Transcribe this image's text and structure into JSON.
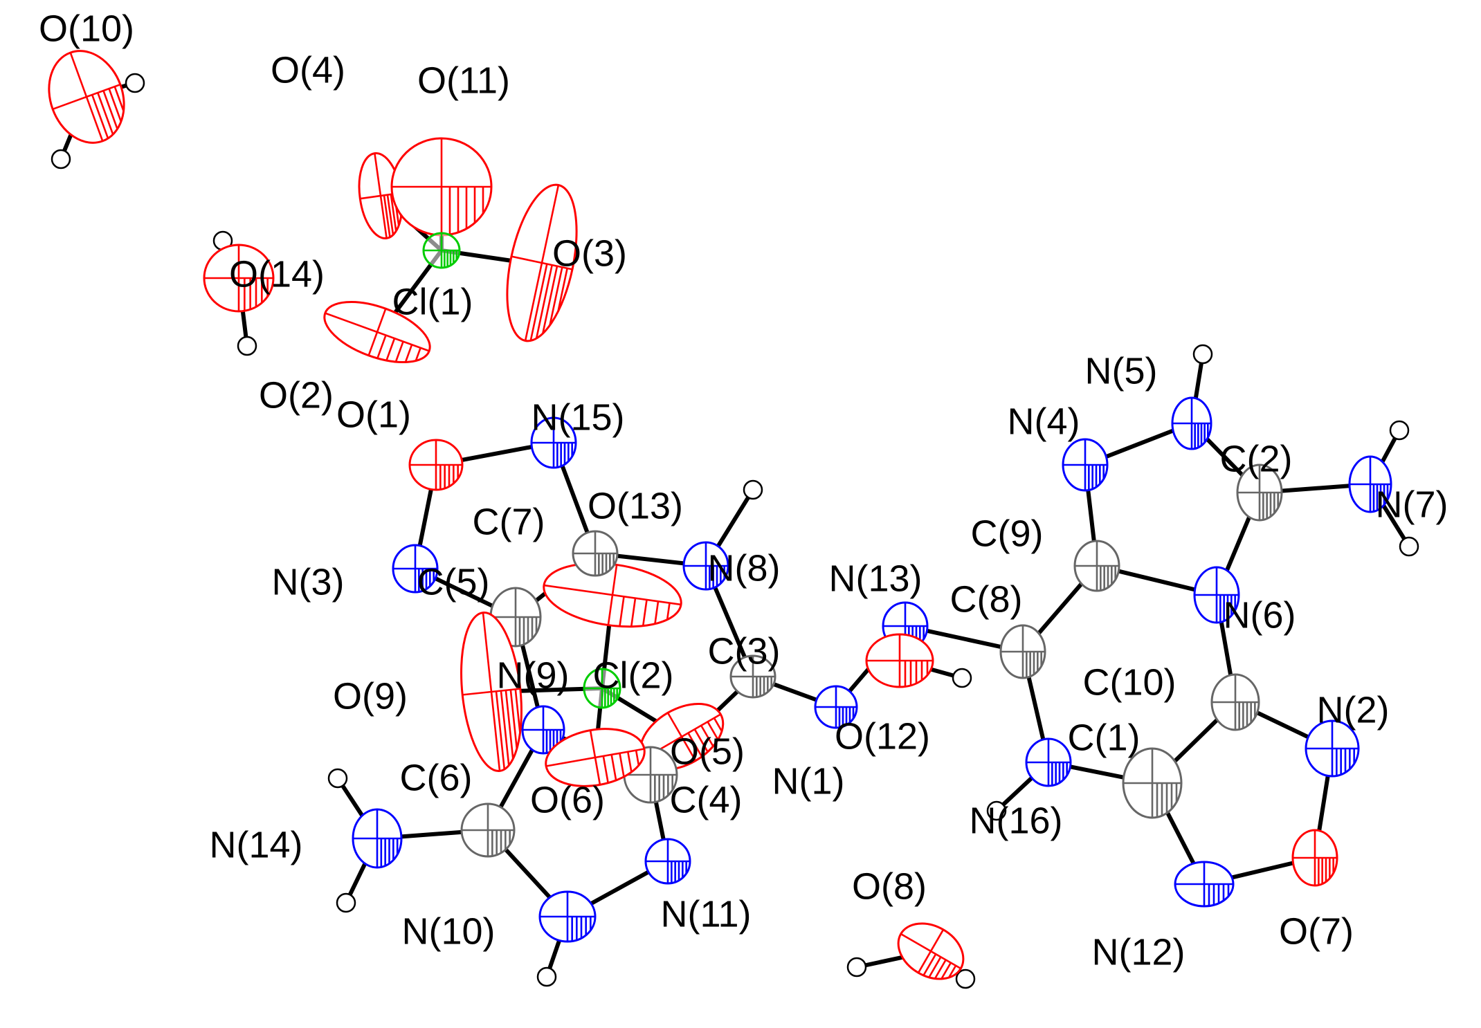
{
  "colors": {
    "O": "#ff0000",
    "N": "#0000ff",
    "C": "#666666",
    "Cl": "#00cc00",
    "H": "#000000",
    "bond": "#000000"
  },
  "atoms": [
    {
      "id": "O10",
      "label": "O(10)",
      "element": "O"
    },
    {
      "id": "O4",
      "label": "O(4)",
      "element": "O"
    },
    {
      "id": "O11",
      "label": "O(11)",
      "element": "O"
    },
    {
      "id": "O3",
      "label": "O(3)",
      "element": "O"
    },
    {
      "id": "O14",
      "label": "O(14)",
      "element": "O"
    },
    {
      "id": "Cl1",
      "label": "Cl(1)",
      "element": "Cl"
    },
    {
      "id": "O2",
      "label": "O(2)",
      "element": "O"
    },
    {
      "id": "O1",
      "label": "O(1)",
      "element": "O"
    },
    {
      "id": "N15",
      "label": "N(15)",
      "element": "N"
    },
    {
      "id": "N5",
      "label": "N(5)",
      "element": "N"
    },
    {
      "id": "N4",
      "label": "N(4)",
      "element": "N"
    },
    {
      "id": "C2",
      "label": "C(2)",
      "element": "C"
    },
    {
      "id": "N7",
      "label": "N(7)",
      "element": "N"
    },
    {
      "id": "C9",
      "label": "C(9)",
      "element": "C"
    },
    {
      "id": "O13",
      "label": "O(13)",
      "element": "O"
    },
    {
      "id": "C7",
      "label": "C(7)",
      "element": "C"
    },
    {
      "id": "N8",
      "label": "N(8)",
      "element": "N"
    },
    {
      "id": "N13",
      "label": "N(13)",
      "element": "N"
    },
    {
      "id": "C8",
      "label": "C(8)",
      "element": "C"
    },
    {
      "id": "N3",
      "label": "N(3)",
      "element": "N"
    },
    {
      "id": "C5",
      "label": "C(5)",
      "element": "C"
    },
    {
      "id": "N6",
      "label": "N(6)",
      "element": "N"
    },
    {
      "id": "C3",
      "label": "C(3)",
      "element": "C"
    },
    {
      "id": "N9",
      "label": "N(9)",
      "element": "N"
    },
    {
      "id": "Cl2",
      "label": "Cl(2)",
      "element": "Cl"
    },
    {
      "id": "O9",
      "label": "O(9)",
      "element": "O"
    },
    {
      "id": "C10",
      "label": "C(10)",
      "element": "C"
    },
    {
      "id": "N2",
      "label": "N(2)",
      "element": "N"
    },
    {
      "id": "C1",
      "label": "C(1)",
      "element": "C"
    },
    {
      "id": "O12",
      "label": "O(12)",
      "element": "O"
    },
    {
      "id": "O5",
      "label": "O(5)",
      "element": "O"
    },
    {
      "id": "C6",
      "label": "C(6)",
      "element": "C"
    },
    {
      "id": "N1",
      "label": "N(1)",
      "element": "N"
    },
    {
      "id": "C4",
      "label": "C(4)",
      "element": "C"
    },
    {
      "id": "O6",
      "label": "O(6)",
      "element": "O"
    },
    {
      "id": "N16",
      "label": "N(16)",
      "element": "N"
    },
    {
      "id": "N14",
      "label": "N(14)",
      "element": "N"
    },
    {
      "id": "O8",
      "label": "O(8)",
      "element": "O"
    },
    {
      "id": "N11",
      "label": "N(11)",
      "element": "N"
    },
    {
      "id": "N10",
      "label": "N(10)",
      "element": "N"
    },
    {
      "id": "N12",
      "label": "N(12)",
      "element": "N"
    },
    {
      "id": "O7",
      "label": "O(7)",
      "element": "O"
    }
  ]
}
